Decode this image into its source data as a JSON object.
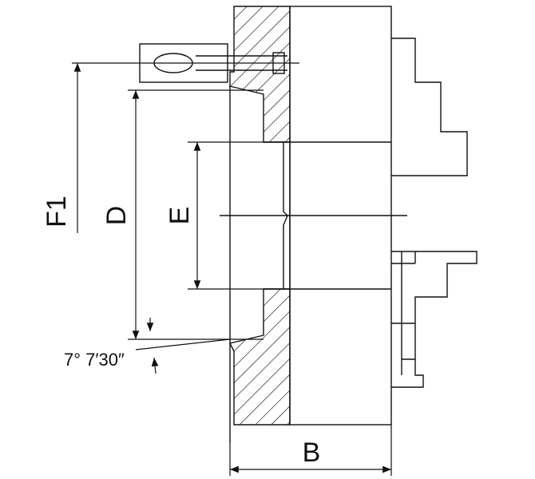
{
  "diagram": {
    "labels": {
      "f1": "F1",
      "d": "D",
      "e": "E",
      "b": "B",
      "angle": "7° 7′30″"
    },
    "colors": {
      "line": "#111111",
      "background": "#ffffff"
    }
  }
}
